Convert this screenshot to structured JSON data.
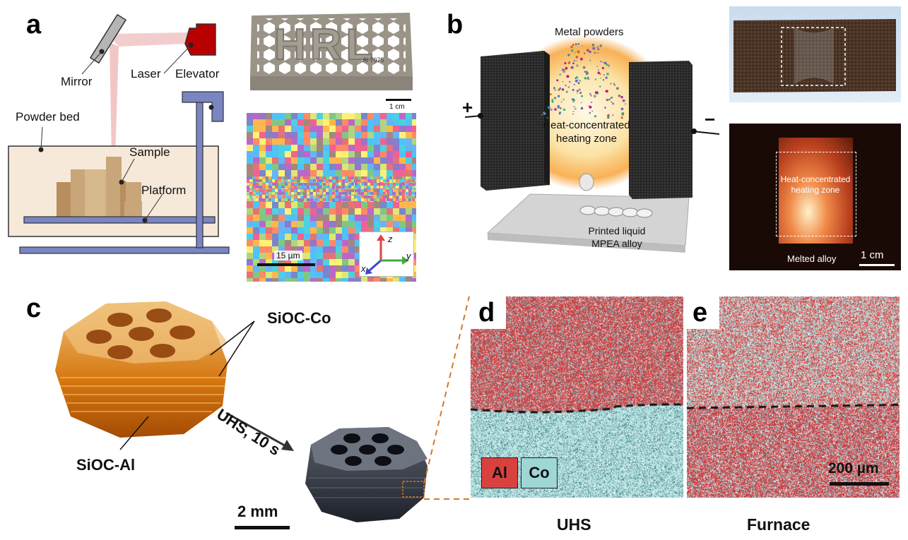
{
  "panel_a": {
    "letter": "a",
    "mirror": "Mirror",
    "laser": "Laser",
    "elevator": "Elevator",
    "powder_bed": "Powder bed",
    "sample": "Sample",
    "platform": "Platform",
    "photo_text": "HRL",
    "photo_alloy": "Al 7075",
    "photo_scale": "1 cm",
    "ebsd_scale": "15 µm",
    "axis_z": "z",
    "axis_x": "x",
    "axis_y": "y"
  },
  "panel_b": {
    "letter": "b",
    "metal_powders": "Metal powders",
    "plus": "+",
    "minus": "−",
    "heating_zone": "Heat-concentrated heating zone",
    "printed": "Printed liquid MPEA alloy",
    "photo_heating_zone": "Heat-concentrated heating zone",
    "melted": "Melted alloy",
    "scale": "1 cm"
  },
  "panel_c": {
    "letter": "c",
    "sioc_co": "SiOC-Co",
    "sioc_al": "SiOC-Al",
    "process": "UHS, 10 s",
    "scale": "2 mm"
  },
  "panel_d": {
    "letter": "d",
    "legend_al": "Al",
    "legend_co": "Co",
    "caption": "UHS"
  },
  "panel_e": {
    "letter": "e",
    "scale": "200 µm",
    "caption": "Furnace"
  },
  "colors": {
    "al_red": "#d9413f",
    "co_cyan": "#9fd6d6",
    "orange_glow": "#f7a43a",
    "resin_amber": "#d4740c",
    "rail_blue": "#7a86c2",
    "laser_red": "#c00000"
  }
}
